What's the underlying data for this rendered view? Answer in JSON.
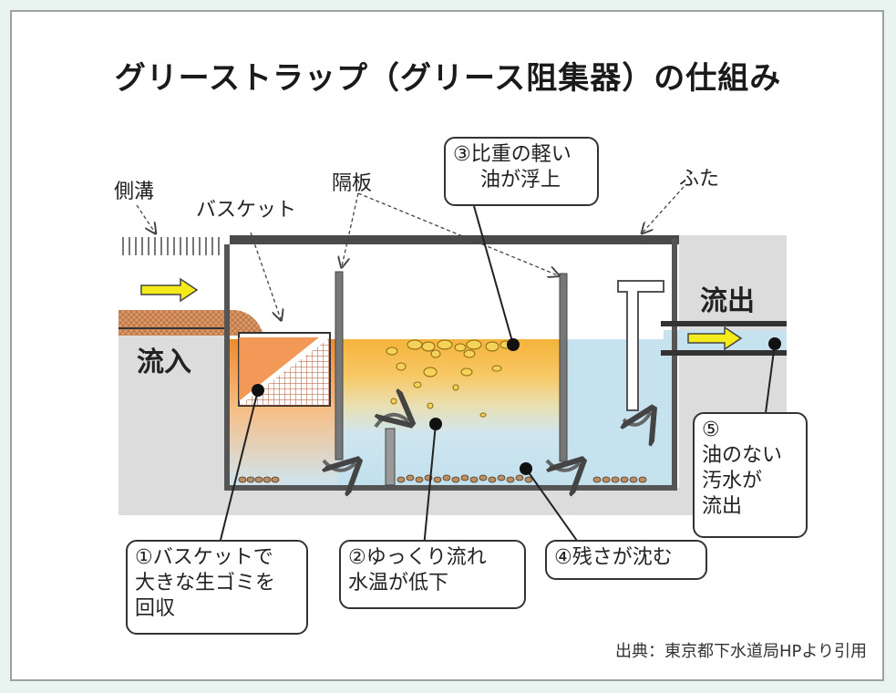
{
  "title": "グリーストラップ（グリース阻集器）の仕組み",
  "labels": {
    "gutter": "側溝",
    "basket": "バスケット",
    "partition": "隔板",
    "lid": "ふた",
    "inflow": "流入",
    "outflow": "流出"
  },
  "callouts": {
    "step1": [
      "①バスケットで",
      "大きな生ゴミを",
      "回収"
    ],
    "step2": [
      "②ゆっくり流れ",
      "水温が低下"
    ],
    "step3": [
      "③比重の軽い",
      "油が浮上"
    ],
    "step4": [
      "④残さが沈む"
    ],
    "step5": [
      "⑤",
      "油のない",
      "汚水が",
      "流出"
    ]
  },
  "source": "出典：東京都下水道局HPより引用",
  "colors": {
    "background": "#e9f3ef",
    "water": "#c6e2ef",
    "oil": "#f2b030",
    "arrow": "#f5ea1a",
    "ground": "#dcdcdc",
    "sediment": "#b89068"
  }
}
